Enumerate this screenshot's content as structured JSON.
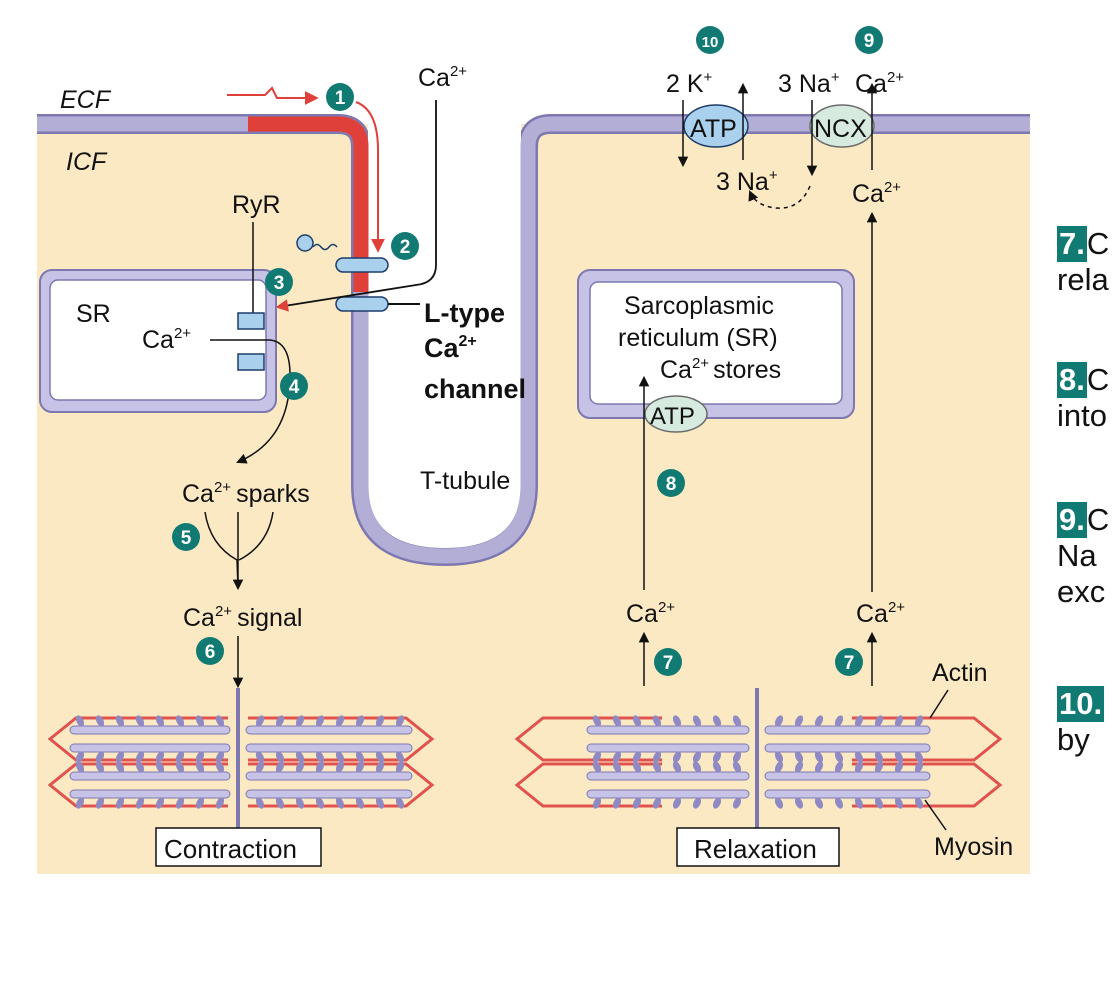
{
  "labels": {
    "ecf": "ECF",
    "icf": "ICF",
    "ca": "Ca",
    "charge": "2+",
    "ryr": "RyR",
    "sr": "SR",
    "ltype_line1": "L-type",
    "ltype_line2": "Ca",
    "ltype_line3": "channel",
    "sparks": "sparks",
    "signal": "signal",
    "t_tubule": "T-tubule",
    "sr_box_line1": "Sarcoplasmic",
    "sr_box_line2": "reticulum (SR)",
    "sr_box_line3_suffix": "stores",
    "atp": "ATP",
    "ncx": "NCX",
    "k_count": "2 K",
    "k_charge": "+",
    "na_count_top": "3 Na",
    "na_count_bottom": "3 Na",
    "na_charge": "+",
    "actin": "Actin",
    "myosin": "Myosin",
    "contraction": "Contraction",
    "relaxation": "Relaxation"
  },
  "steps": [
    "1",
    "2",
    "3",
    "4",
    "5",
    "6",
    "7",
    "7",
    "8",
    "9",
    "10"
  ],
  "side_panel": [
    {
      "num": "7.",
      "text": "C",
      "cont": "rela"
    },
    {
      "num": "8.",
      "text": "C",
      "cont": "into"
    },
    {
      "num": "9.",
      "text": "C",
      "cont": "Na",
      "cont2": "exc"
    },
    {
      "num": "10.",
      "text": "",
      "cont": "by"
    }
  ],
  "colors": {
    "cell_fill": "#fbe9c4",
    "membrane": "#b3aed6",
    "membrane_edge": "#7d78b0",
    "depolarization": "#e0403a",
    "step_circle": "#117a73",
    "channel": "#a9d0ec",
    "ncx": "#d6eadf",
    "filament_red": "#e0524e",
    "myosin_head": "#8f89c4"
  }
}
